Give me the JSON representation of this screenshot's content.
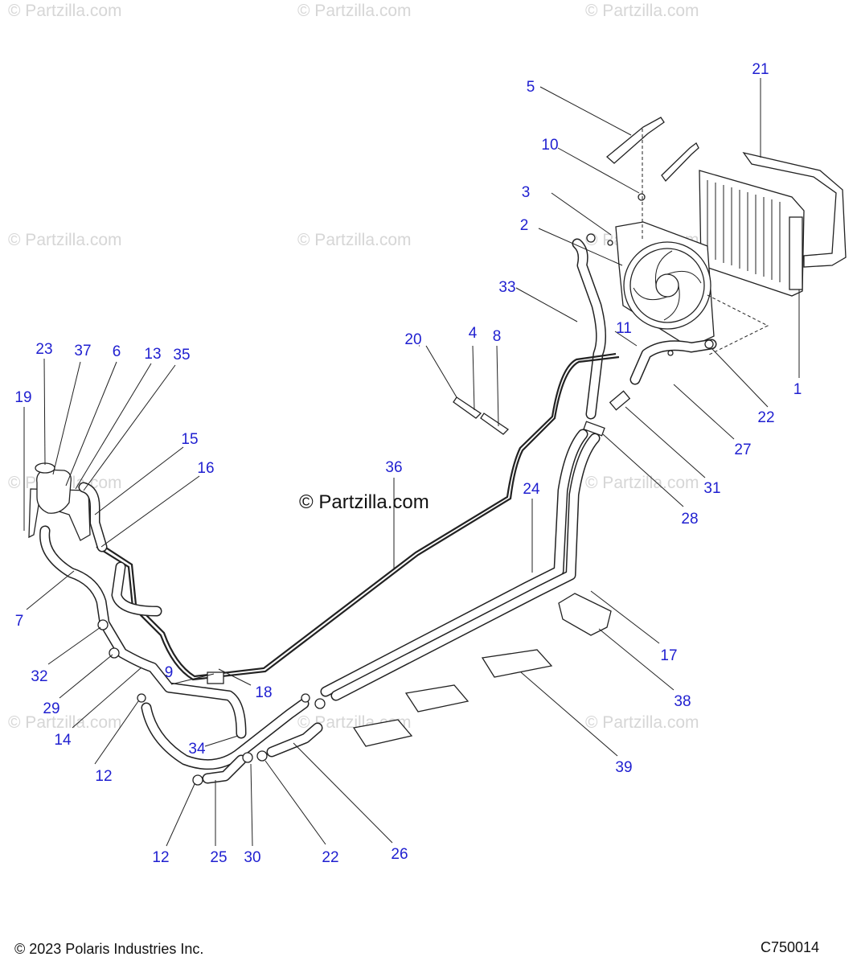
{
  "diagram": {
    "watermark_text": "© Partzilla.com",
    "center_watermark": "© Partzilla.com",
    "labels": [
      {
        "id": "1",
        "text": "1"
      },
      {
        "id": "2",
        "text": "2"
      },
      {
        "id": "3",
        "text": "3"
      },
      {
        "id": "4",
        "text": "4"
      },
      {
        "id": "5",
        "text": "5"
      },
      {
        "id": "6",
        "text": "6"
      },
      {
        "id": "7",
        "text": "7"
      },
      {
        "id": "8",
        "text": "8"
      },
      {
        "id": "9",
        "text": "9"
      },
      {
        "id": "10",
        "text": "10"
      },
      {
        "id": "11",
        "text": "11"
      },
      {
        "id": "12a",
        "text": "12"
      },
      {
        "id": "12b",
        "text": "12"
      },
      {
        "id": "13",
        "text": "13"
      },
      {
        "id": "14",
        "text": "14"
      },
      {
        "id": "15",
        "text": "15"
      },
      {
        "id": "16",
        "text": "16"
      },
      {
        "id": "17",
        "text": "17"
      },
      {
        "id": "18",
        "text": "18"
      },
      {
        "id": "19",
        "text": "19"
      },
      {
        "id": "20",
        "text": "20"
      },
      {
        "id": "21",
        "text": "21"
      },
      {
        "id": "22a",
        "text": "22"
      },
      {
        "id": "22b",
        "text": "22"
      },
      {
        "id": "23",
        "text": "23"
      },
      {
        "id": "24",
        "text": "24"
      },
      {
        "id": "25",
        "text": "25"
      },
      {
        "id": "26",
        "text": "26"
      },
      {
        "id": "27",
        "text": "27"
      },
      {
        "id": "28",
        "text": "28"
      },
      {
        "id": "29",
        "text": "29"
      },
      {
        "id": "30",
        "text": "30"
      },
      {
        "id": "31",
        "text": "31"
      },
      {
        "id": "32",
        "text": "32"
      },
      {
        "id": "33",
        "text": "33"
      },
      {
        "id": "34",
        "text": "34"
      },
      {
        "id": "35",
        "text": "35"
      },
      {
        "id": "36",
        "text": "36"
      },
      {
        "id": "37",
        "text": "37"
      },
      {
        "id": "38",
        "text": "38"
      },
      {
        "id": "39",
        "text": "39"
      }
    ]
  },
  "footer": {
    "copyright": "© 2023 Polaris Industries Inc.",
    "code": "C750014"
  },
  "colors": {
    "callout": "#1f1fd0",
    "line": "#222222",
    "watermark": "#d6d6d6"
  }
}
